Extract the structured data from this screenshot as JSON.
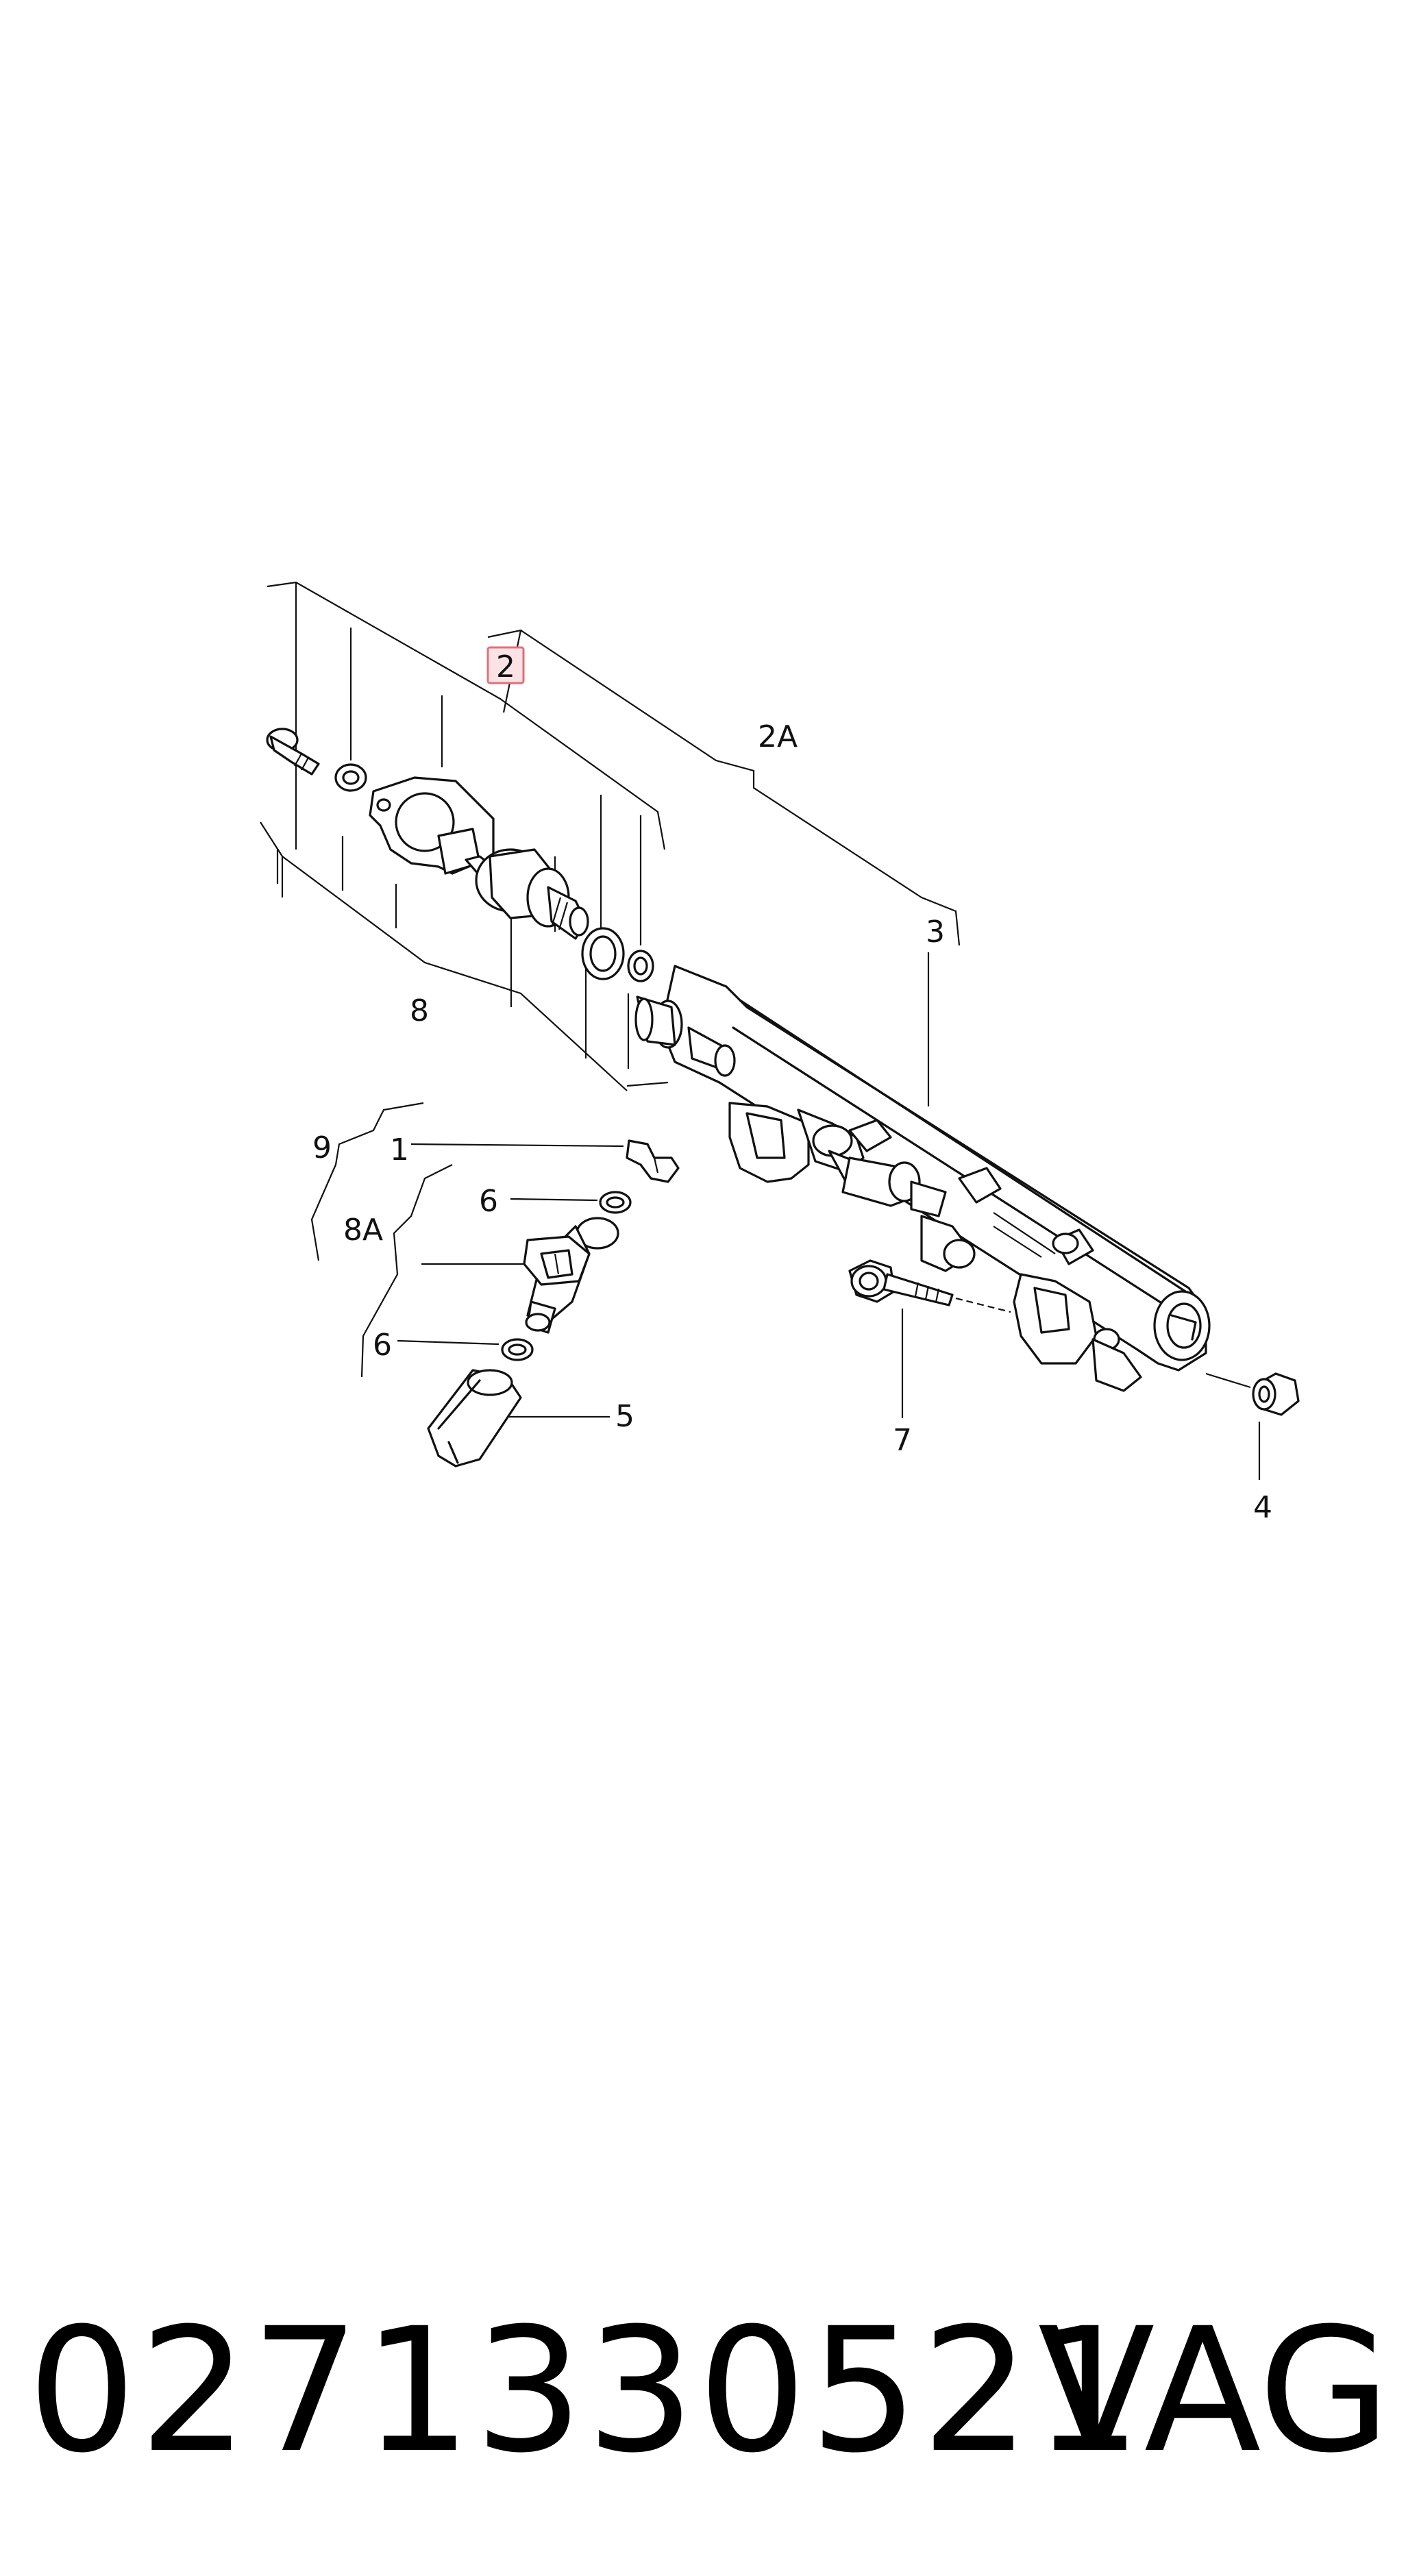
{
  "callouts": {
    "c1": "1",
    "c2": "2",
    "c2a": "2A",
    "c3": "3",
    "c4": "4",
    "c5": "5",
    "c6a": "6",
    "c6b": "6",
    "c7": "7",
    "c8": "8",
    "c8a": "8A",
    "c9": "9"
  },
  "footer": {
    "part_number": "0271330521",
    "brand": "VAG"
  },
  "colors": {
    "highlight_border": "#e0707a",
    "highlight_fill": "#fbe3e5",
    "ink": "#111111"
  }
}
